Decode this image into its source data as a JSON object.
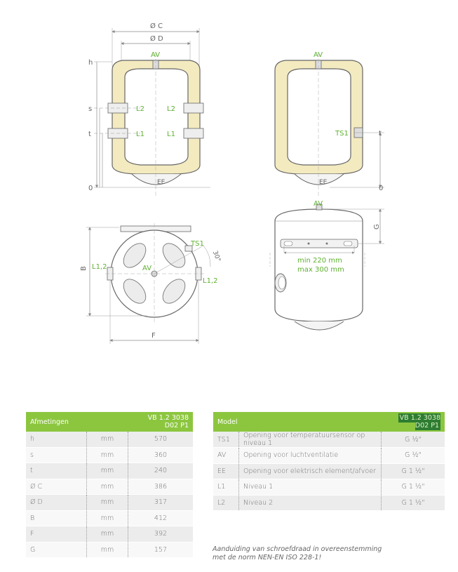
{
  "drawing": {
    "dim_oc": "Ø C",
    "dim_od": "Ø D",
    "av": "AV",
    "h": "h",
    "s": "s",
    "t": "t",
    "zero": "0",
    "l1": "L1",
    "l2": "L2",
    "ee": "EE",
    "ts1": "TS1",
    "angle": "30°",
    "l12": "L1,2",
    "b": "B",
    "f": "F",
    "g": "G",
    "min": "min 220 mm",
    "max": "max 300 mm"
  },
  "dimensions_table": {
    "header_left": "Afmetingen",
    "header_right": "VB 1.2 3038 D02 P1",
    "rows": [
      {
        "label": "h",
        "unit": "mm",
        "value": "570"
      },
      {
        "label": "s",
        "unit": "mm",
        "value": "360"
      },
      {
        "label": "t",
        "unit": "mm",
        "value": "240"
      },
      {
        "label": "Ø C",
        "unit": "mm",
        "value": "386"
      },
      {
        "label": "Ø D",
        "unit": "mm",
        "value": "317"
      },
      {
        "label": "B",
        "unit": "mm",
        "value": "412"
      },
      {
        "label": "F",
        "unit": "mm",
        "value": "392"
      },
      {
        "label": "G",
        "unit": "mm",
        "value": "157"
      }
    ]
  },
  "model_table": {
    "header_left": "Model",
    "header_right": "VB 1.2 3038 D02 P1",
    "rows": [
      {
        "code": "TS1",
        "desc": "Opening voor temperatuursensor op niveau 1",
        "value": "G ½\""
      },
      {
        "code": "AV",
        "desc": "Opening voor luchtventilatie",
        "value": "G ½\""
      },
      {
        "code": "EE",
        "desc": "Opening voor elektrisch element/afvoer",
        "value": "G 1 ½\""
      },
      {
        "code": "L1",
        "desc": "Niveau 1",
        "value": "G 1 ½\""
      },
      {
        "code": "L2",
        "desc": "Niveau 2",
        "value": "G 1 ½\""
      }
    ]
  },
  "note": {
    "line1": "Aanduiding van schroefdraad in overeenstemming",
    "line2": "met de norm NEN-EN ISO 228-1!"
  },
  "colors": {
    "accent": "#8cc63f",
    "insulation": "#f3eac0",
    "label_green": "#5fb030",
    "line": "#8a8a8a"
  }
}
